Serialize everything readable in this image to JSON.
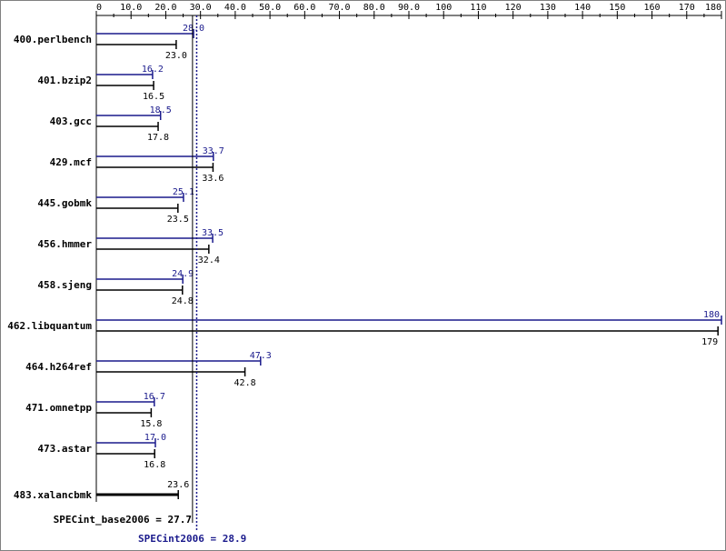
{
  "chart_data": {
    "type": "bar",
    "orientation": "horizontal",
    "x_ticks": [
      0,
      10,
      20,
      30,
      40,
      50,
      60,
      70,
      80,
      90,
      100,
      110,
      120,
      130,
      140,
      150,
      160,
      170,
      180
    ],
    "x_tick_labels": [
      "0",
      "10.0",
      "20.0",
      "30.0",
      "40.0",
      "50.0",
      "60.0",
      "70.0",
      "80.0",
      "90.0",
      "100",
      "110",
      "120",
      "130",
      "140",
      "150",
      "160",
      "170",
      "180"
    ],
    "xlim": [
      0,
      180
    ],
    "categories": [
      "400.perlbench",
      "401.bzip2",
      "403.gcc",
      "429.mcf",
      "445.gobmk",
      "456.hmmer",
      "458.sjeng",
      "462.libquantum",
      "464.h264ref",
      "471.omnetpp",
      "473.astar",
      "483.xalancbmk"
    ],
    "series": [
      {
        "key": "peak",
        "values": [
          28.0,
          16.2,
          18.5,
          33.7,
          25.1,
          33.5,
          24.9,
          180,
          47.3,
          16.7,
          17.0,
          null
        ],
        "value_labels": [
          "28.0",
          "16.2",
          "18.5",
          "33.7",
          "25.1",
          "33.5",
          "24.9",
          "180",
          "47.3",
          "16.7",
          "17.0",
          ""
        ],
        "color": "#1a1a8c"
      },
      {
        "key": "base",
        "values": [
          23.0,
          16.5,
          17.8,
          33.6,
          23.5,
          32.4,
          24.8,
          179,
          42.8,
          15.8,
          16.8,
          23.6
        ],
        "value_labels": [
          "23.0",
          "16.5",
          "17.8",
          "33.6",
          "23.5",
          "32.4",
          "24.8",
          "179",
          "42.8",
          "15.8",
          "16.8",
          "23.6"
        ],
        "color": "#000000"
      }
    ],
    "reference_lines": [
      {
        "key": "base",
        "value": 27.7,
        "style": "solid",
        "color": "#000000"
      },
      {
        "key": "peak",
        "value": 28.9,
        "style": "dotted",
        "color": "#1a1a8c"
      }
    ],
    "summary_base": "SPECint_base2006 = 27.7",
    "summary_peak": "SPECint2006 = 28.9",
    "grid": false,
    "legend": "none"
  }
}
